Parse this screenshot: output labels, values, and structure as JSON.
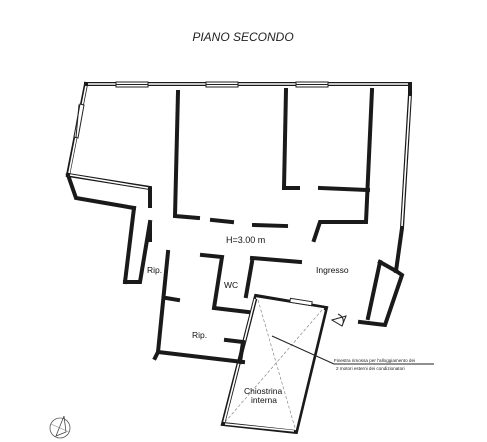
{
  "title": "PIANO SECONDO",
  "height_label": "H=3.00 m",
  "rooms": {
    "rip_left": "Rip.",
    "wc": "WC",
    "ingresso": "Ingresso",
    "rip_lower": "Rip.",
    "chiostrina_line1": "Chiostrina",
    "chiostrina_line2": "interna"
  },
  "note": {
    "line1": "Finestra rimossa per l'alloggiamento dei",
    "line2": "2 motori esterni dei condizionatori"
  },
  "icons": {
    "north_arrow": "north-arrow-icon"
  }
}
